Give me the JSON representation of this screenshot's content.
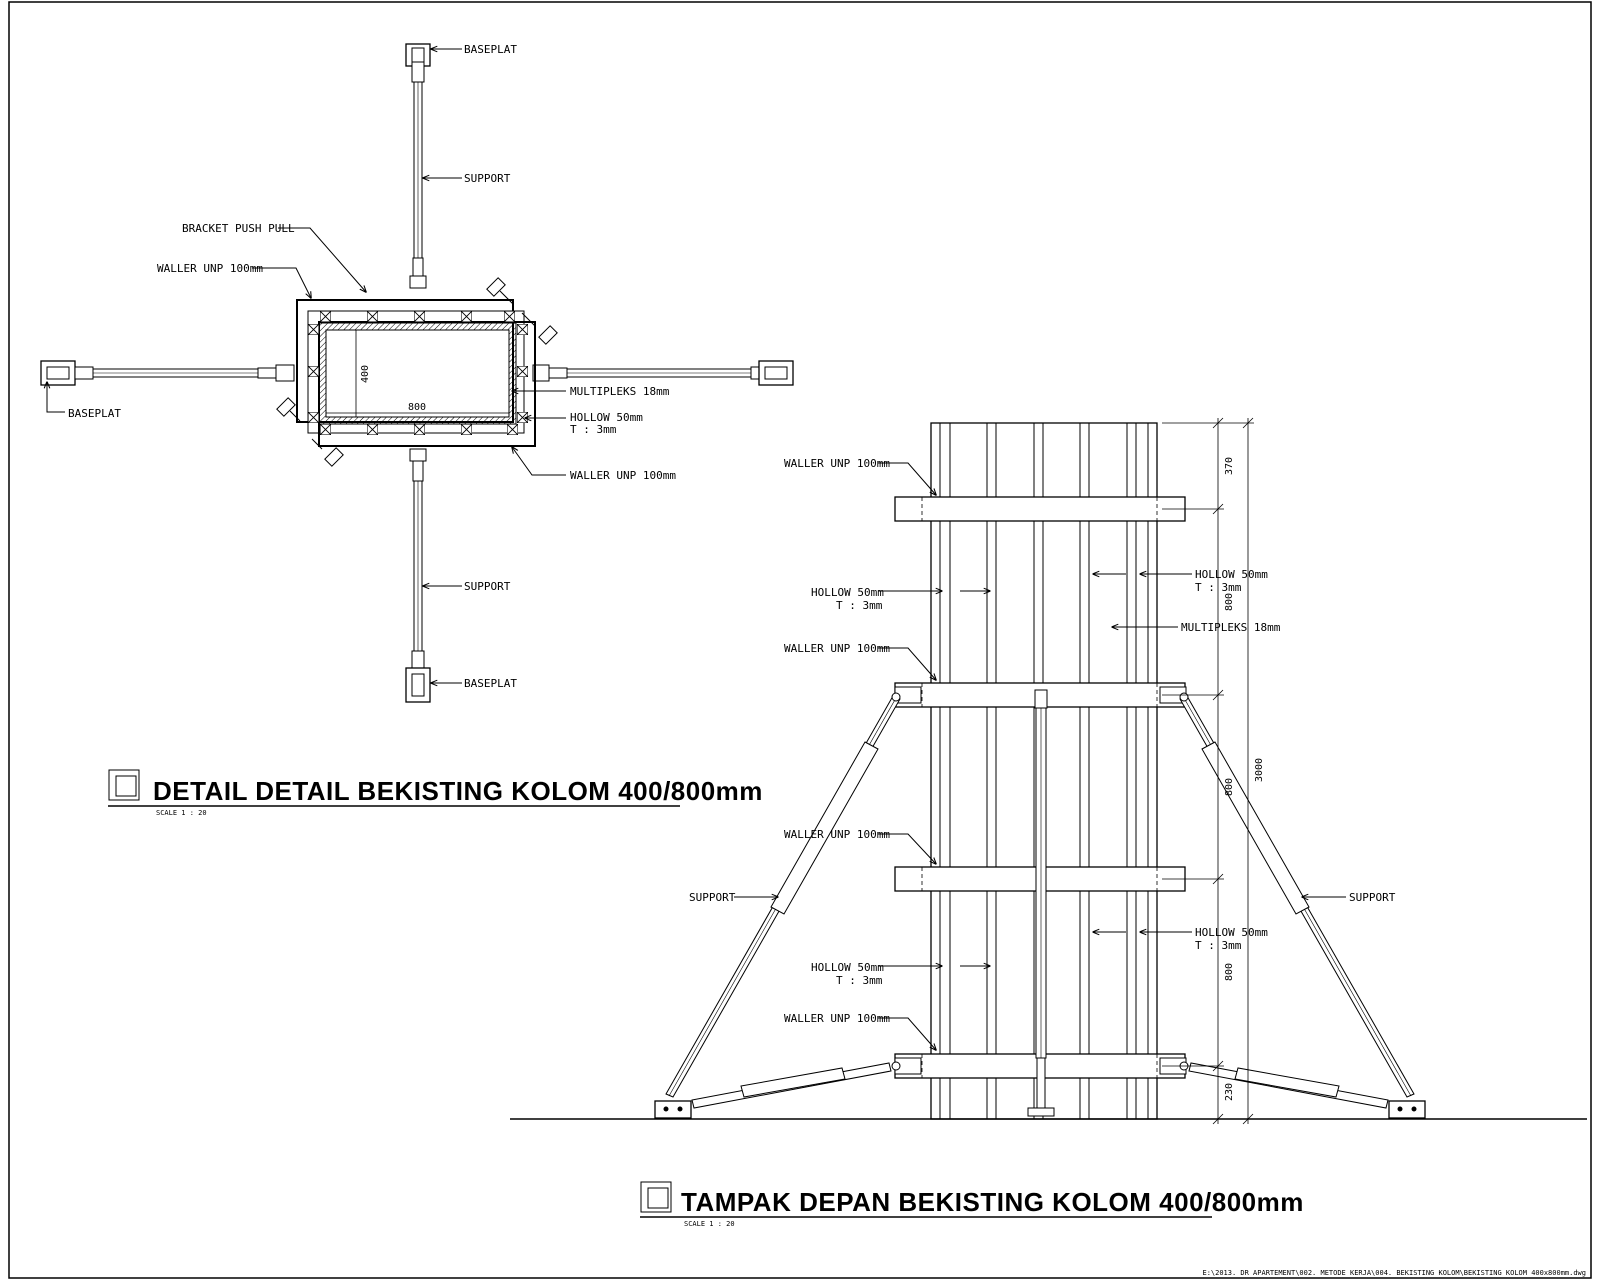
{
  "plan": {
    "title": "DETAIL DETAIL BEKISTING KOLOM 400/800mm",
    "scale": "SCALE 1 : 20",
    "labels": {
      "baseplat_top": "BASEPLAT",
      "support_top": "SUPPORT",
      "bracket": "BRACKET PUSH PULL",
      "waller_top": "WALLER UNP 100mm",
      "baseplat_left": "BASEPLAT",
      "multipleks": "MULTIPLEKS 18mm",
      "hollow_1": "HOLLOW 50mm",
      "hollow_2": "T : 3mm",
      "waller_bottom": "WALLER UNP 100mm",
      "support_bottom": "SUPPORT",
      "baseplat_bottom": "BASEPLAT"
    },
    "dims": {
      "width": "800",
      "height": "400"
    }
  },
  "elevation": {
    "title": "TAMPAK DEPAN BEKISTING KOLOM 400/800mm",
    "scale": "SCALE 1 : 20",
    "labels": {
      "waller_1": "WALLER UNP 100mm",
      "waller_2": "WALLER UNP 100mm",
      "waller_3": "WALLER UNP 100mm",
      "waller_4": "WALLER UNP 100mm",
      "hollow_l1a": "HOLLOW 50mm",
      "hollow_l1b": "T : 3mm",
      "hollow_l2a": "HOLLOW 50mm",
      "hollow_l2b": "T : 3mm",
      "hollow_r1a": "HOLLOW 50mm",
      "hollow_r1b": "T : 3mm",
      "hollow_r2a": "HOLLOW 50mm",
      "hollow_r2b": "T : 3mm",
      "multipleks": "MULTIPLEKS 18mm",
      "support_left": "SUPPORT",
      "support_right": "SUPPORT"
    },
    "dims": {
      "d1": "370",
      "d2": "800",
      "d3": "800",
      "d4": "800",
      "d5": "230",
      "total": "3000"
    }
  },
  "file_path": "E:\\2013. DR APARTEMENT\\002. METODE KERJA\\004. BEKISTING KOLOM\\BEKISTING KOLOM 400x800mm.dwg"
}
